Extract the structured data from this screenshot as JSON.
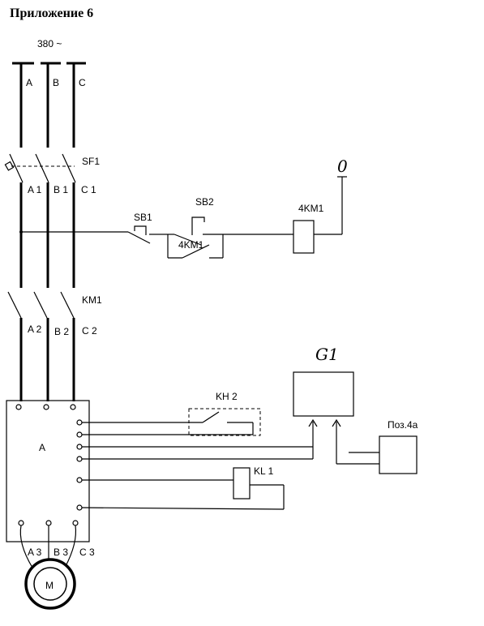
{
  "title": "Приложение 6",
  "supply": {
    "voltage": "380 ~",
    "phases": [
      "A",
      "B",
      "C"
    ]
  },
  "breaker": {
    "label": "SF1",
    "out_phases": [
      "A 1",
      "B 1",
      "C 1"
    ]
  },
  "control": {
    "sb1": "SB1",
    "sb2": "SB2",
    "aux_contact": "4KM1",
    "coil": "4KM1",
    "zero": "0"
  },
  "contactor": {
    "label": "KM1",
    "out_phases": [
      "A 2",
      "B 2",
      "C 2"
    ]
  },
  "drive": {
    "label": "A",
    "motor_phases": [
      "A 3",
      "B 3",
      "C 3"
    ],
    "motor": "M"
  },
  "generator": {
    "label": "G1"
  },
  "relay_kh": {
    "label": "KH 2"
  },
  "relay_kl": {
    "label": "KL 1"
  },
  "position": {
    "label": "Поз.4а"
  }
}
